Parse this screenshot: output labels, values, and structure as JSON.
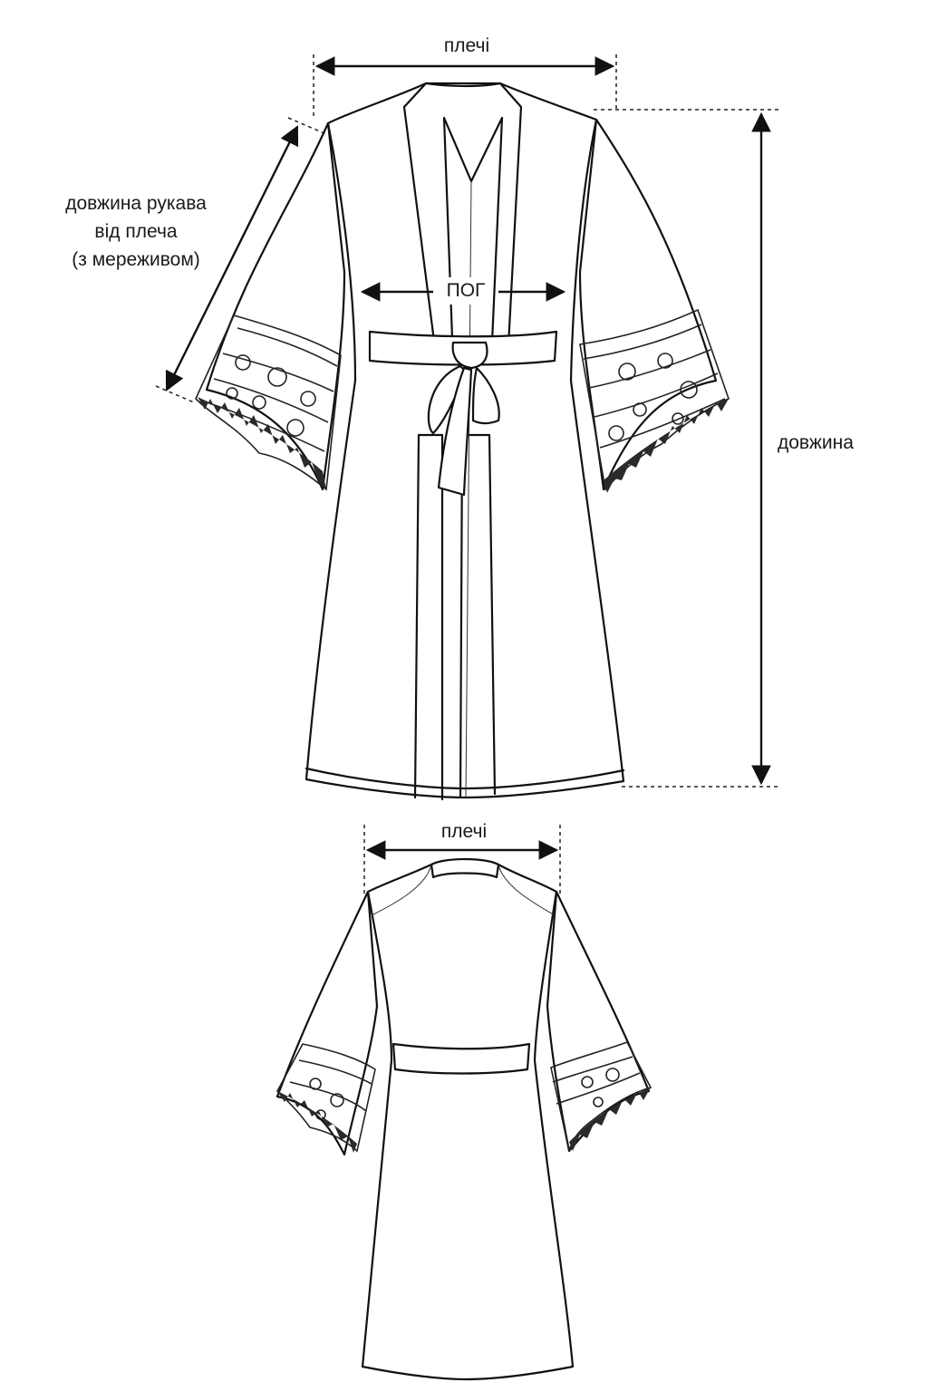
{
  "front": {
    "shoulders_label": "плечі",
    "sleeve_length_label": [
      "довжина рукава",
      "від плеча",
      "(з мереживом)"
    ],
    "bust_label": "ПОГ",
    "length_label": "довжина"
  },
  "back": {
    "shoulders_label": "плечі"
  },
  "colors": {
    "line": "#111111",
    "background": "#ffffff"
  }
}
